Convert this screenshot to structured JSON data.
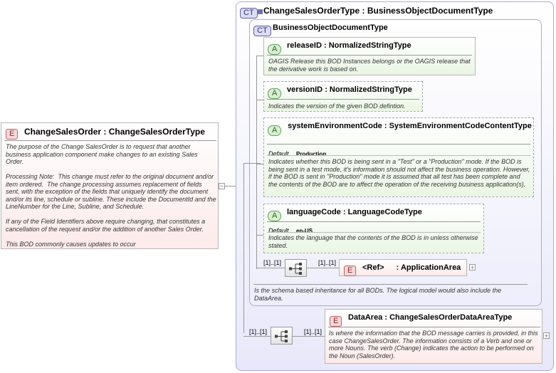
{
  "root_element": {
    "badge": "E",
    "name": "ChangeSalesOrder",
    "type": "ChangeSalesOrderType",
    "doc": "The purpose of the Change SalesOrder is to request that another business application component make changes to an existing Sales Order.\n\nProcessing Note:  This change must refer to the original document and/or item ordered.  The change processing assumes replacement of fields sent, with the exception of the fields that uniquely identify the document and/or its line, schedule or subline. These include the DocumentId and the LineNumber for the Line, Subline, and Schedule.\n\nIf any of the Field Identifiers above require changing, that constitutes a cancellation of the request and/or the addition of another Sales Order.\n\nThis BOD commonly causes updates to occur"
  },
  "outer_type": {
    "badge": "CT",
    "name": "ChangeSalesOrderType",
    "base": "BusinessObjectDocumentType"
  },
  "inner_type": {
    "badge": "CT",
    "name": "BusinessObjectDocumentType",
    "doc": "Is the schema based inheritance for all BODs. The logical model would also include the DataArea."
  },
  "attributes": [
    {
      "badge": "A",
      "name": "releaseID",
      "type": "NormalizedStringType",
      "doc": "OAGIS Release this BOD Instances belongs or the OAGIS release that the derivative work is based on."
    },
    {
      "badge": "A",
      "name": "versionID",
      "type": "NormalizedStringType",
      "doc": "Indicates the version of the given BOD defintion."
    },
    {
      "badge": "A",
      "name": "systemEnvironmentCode",
      "type": "SystemEnvironmentCodeContentType",
      "default_label": "Default",
      "default_value": "Production",
      "doc": "Indicates whether this BOD is being sent in a \"Test\" or a \"Production\" mode. If the BOD is being sent in a test mode, it's information should not affect the business operation. However, if the BOD is sent in \"Production\" mode it is assumed that all test has been complete and the contents of the BOD are to affect the operation of the receiving business application(s)."
    },
    {
      "badge": "A",
      "name": "languageCode",
      "type": "LanguageCodeType",
      "default_label": "Default",
      "default_value": "en-US",
      "doc": "Indicates the language that the contents of the BOD is in unless otherwise stated."
    }
  ],
  "application_area": {
    "occurs_left": "[1]..[1]",
    "occurs_right": "[1]..[1]",
    "badge": "E",
    "ref": "<Ref>",
    "name": "ApplicationArea"
  },
  "data_area": {
    "occurs_left": "[1]..[1]",
    "occurs_right": "[1]..[1]",
    "badge": "E",
    "name": "DataArea",
    "type": "ChangeSalesOrderDataAreaType",
    "doc": "Is where the information that the BOD message carries is provided, in this case ChangeSalesOrder. The information consists of a Verb and one or more Nouns. The verb (Change) indicates the action to be performed on the Noun (SalesOrder)."
  },
  "colors": {
    "element_badge": "#f8d8d8",
    "attribute_badge": "#d8f0d0",
    "complex_type_bg": "#e8e8fa"
  },
  "icons": [
    "sequence-icon",
    "expand-plus-icon",
    "collapse-minus-icon"
  ]
}
